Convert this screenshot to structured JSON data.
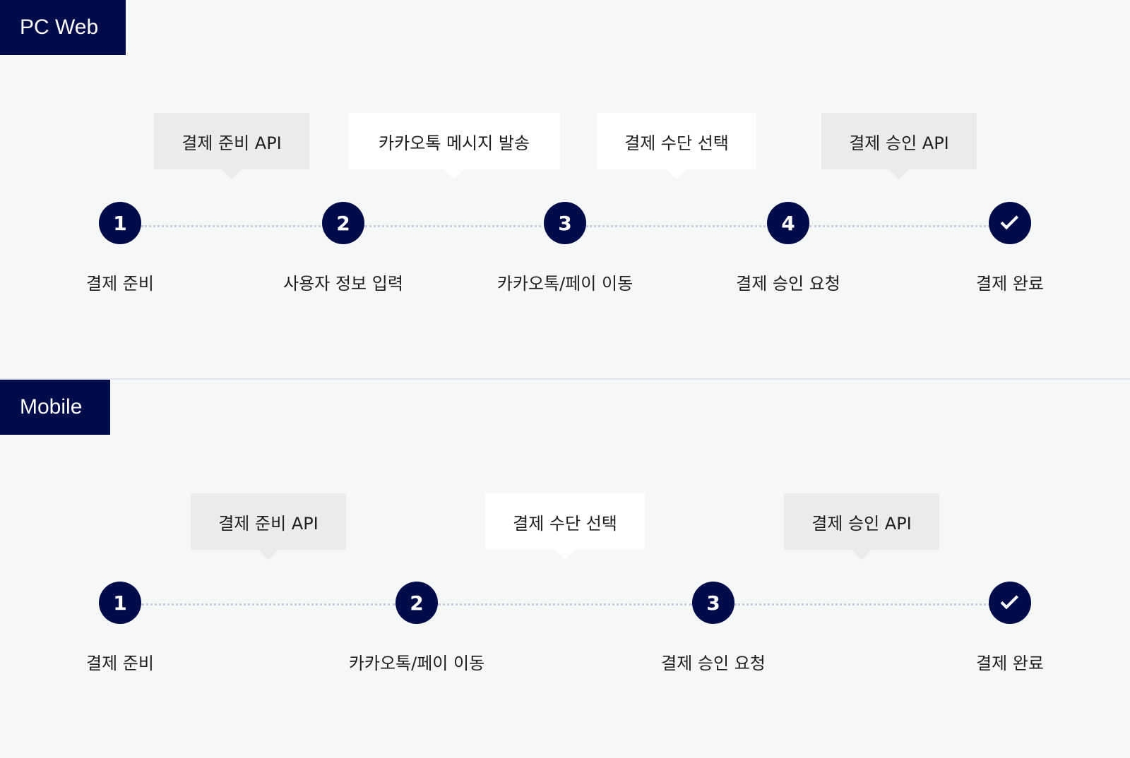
{
  "pc": {
    "title": "PC Web",
    "steps": [
      {
        "marker": "1",
        "label": "결제 준비"
      },
      {
        "marker": "2",
        "label": "사용자 정보 입력"
      },
      {
        "marker": "3",
        "label": "카카오톡/페이 이동"
      },
      {
        "marker": "4",
        "label": "결제 승인 요청"
      },
      {
        "marker": "check",
        "label": "결제 완료"
      }
    ],
    "callouts": [
      {
        "text": "결제 준비 API",
        "style": "gray"
      },
      {
        "text": "카카오톡 메시지 발송",
        "style": "white"
      },
      {
        "text": "결제 수단 선택",
        "style": "white"
      },
      {
        "text": "결제 승인 API",
        "style": "gray"
      }
    ]
  },
  "mobile": {
    "title": "Mobile",
    "steps": [
      {
        "marker": "1",
        "label": "결제 준비"
      },
      {
        "marker": "2",
        "label": "카카오톡/페이 이동"
      },
      {
        "marker": "3",
        "label": "결제 승인 요청"
      },
      {
        "marker": "check",
        "label": "결제 완료"
      }
    ],
    "callouts": [
      {
        "text": "결제 준비 API",
        "style": "gray"
      },
      {
        "text": "결제 수단 선택",
        "style": "white"
      },
      {
        "text": "결제 승인 API",
        "style": "gray"
      }
    ]
  },
  "colors": {
    "accent": "#000c4a",
    "background": "#f6f7f7",
    "callout_gray": "#ebebeb",
    "callout_white": "#ffffff",
    "connector": "#c9cde2"
  }
}
